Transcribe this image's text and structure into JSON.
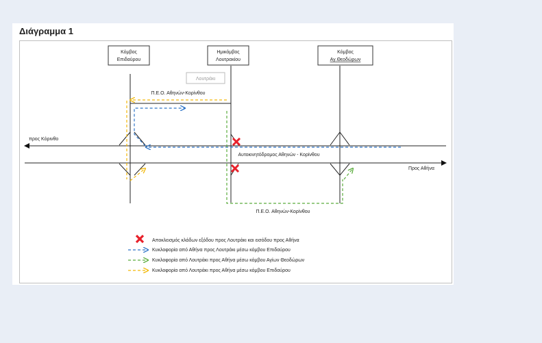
{
  "title": "Διάγραμμα 1",
  "nodes": {
    "epidavrou": {
      "line1": "Κόμβος",
      "line2": "Επιδαύρου"
    },
    "loutrakiou": {
      "line1": "Ημικόμβος",
      "line2": "Λουτρακίου"
    },
    "agioi": {
      "line1": "Κόμβος",
      "line2": "Αγ.Θεοδώρων"
    }
  },
  "loutraki_label": "Λουτράκι",
  "road_labels": {
    "peo_top": "Π.Ε.Ο. Αθηνών-Κορίνθου",
    "peo_bottom": "Π.Ε.Ο. Αθηνών-Κορίνθου",
    "motorway": "Αυτοκινητόδρομος Αθηνών - Κορίνθου",
    "to_korinthos": "προς Κόρινθο",
    "to_athina": "Προς Αθήνα"
  },
  "legend": [
    {
      "type": "cross",
      "color": "#e8202a",
      "text": "Αποκλεισμός κλάδων εξόδου προς Λουτράκι και εισόδου προς Αθήνα"
    },
    {
      "type": "dash",
      "color": "#2e75c8",
      "text": "Κυκλοφορία από Αθήνα προς Λουτράκι μέσω κόμβου Επιδαύρου"
    },
    {
      "type": "dash",
      "color": "#5aac3c",
      "text": "Κυκλοφορία από Λουτράκι προς Αθήνα μέσω κόμβου Αγίων Θεοδώρων"
    },
    {
      "type": "dash",
      "color": "#f2b807",
      "text": "Κυκλοφορία από Λουτράκι προς Αθήνα μέσω κόμβου Επιδαύρου"
    }
  ]
}
